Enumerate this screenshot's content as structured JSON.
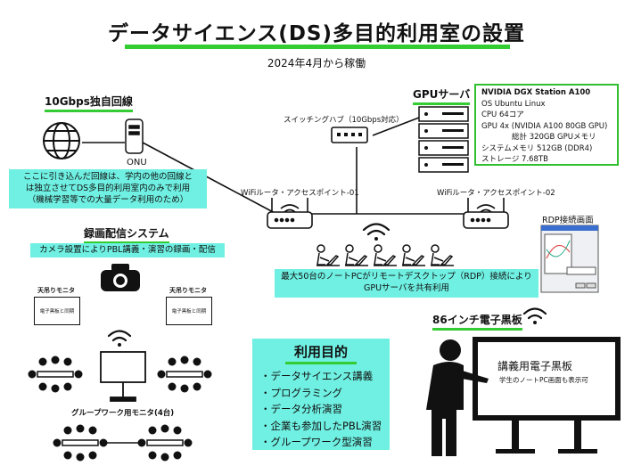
{
  "title": "データサイエンス(DS)多目的利用室の設置",
  "subtitle": "2024年4月から稼働",
  "line": {
    "header": "10Gbps独自回線",
    "onu": "ONU",
    "note": "ここに引き込んだ回線は、学内の他の回線と\nは独立させてDS多目的利用室内のみで利用\n（機械学習等での大量データ利用のため）"
  },
  "network": {
    "switch_label": "スイッチングハブ（10Gbps対応）",
    "ap1": "WiFiルータ・アクセスポイント-01",
    "ap2": "WiFiルータ・アクセスポイント-02"
  },
  "gpu": {
    "header": "GPUサーバ",
    "spec_title": "NVIDIA DGX Station A100",
    "spec_lines": [
      "OS  Ubuntu Linux",
      "CPU 64コア",
      "GPU 4x (NVIDIA A100 80GB GPU)",
      "総計 320GB GPUメモリ",
      "システムメモリ   512GB (DDR4)",
      "ストレージ   7.68TB"
    ]
  },
  "rdp": {
    "label": "RDP接続画面",
    "note": "最大50台のノートPCがリモートデスクトップ（RDP）接続により\nGPUサーバを共有利用"
  },
  "recording": {
    "header": "録画配信システム",
    "note": "カメラ設置によりPBL講義・演習の録画・配信",
    "monitor_label": "天吊りモニタ",
    "monitor_screen": "電子黒板と同期",
    "group_label": "グループワーク用モニタ(4台)"
  },
  "purpose": {
    "header": "利用目的",
    "items": [
      "・データサイエンス講義",
      "・プログラミング",
      "・データ分析演習",
      "・企業も参加したPBL演習",
      "・グループワーク型演習"
    ]
  },
  "board": {
    "header": "86インチ電子黒板",
    "screen_title": "講義用電子黒板",
    "screen_sub": "学生のノートPC画面も表示可"
  },
  "colors": {
    "accent_green": "#33cc33",
    "highlight_cyan": "#6ff0e2",
    "line": "#111111"
  },
  "icons": [
    "globe-icon",
    "onu-icon",
    "switch-icon",
    "router-icon",
    "server-rack-icon",
    "wifi-icon",
    "student-laptop-icon",
    "camera-icon",
    "group-table-icon",
    "teacher-icon",
    "whiteboard-icon"
  ]
}
